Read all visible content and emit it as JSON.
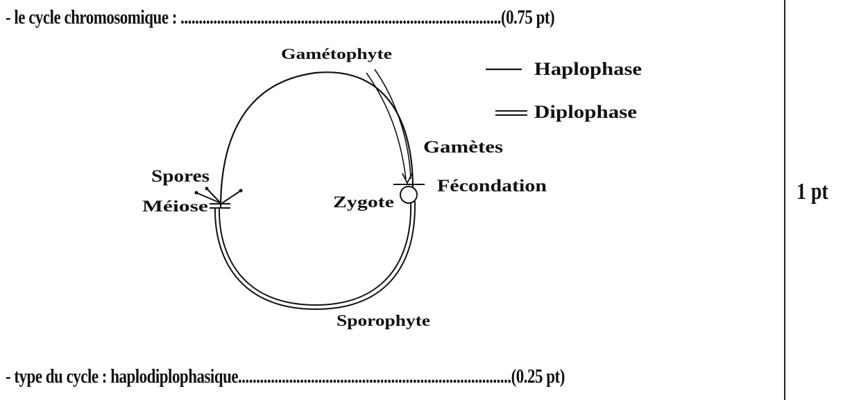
{
  "header_line": "- le cycle chromosomique : ........................................................................................(0.75 pt)",
  "footer_line": "- type du cycle : haplodiplophasique...........................................................................(0.25 pt)",
  "score": "1 pt",
  "diagram": {
    "labels": {
      "gametophyte": "Gamétophyte",
      "gametes": "Gamètes",
      "fecondation": "Fécondation",
      "zygote": "Zygote",
      "spores": "Spores",
      "meiose": "Méiose",
      "sporophyte": "Sporophyte"
    },
    "legend": {
      "haplophase": "Haplophase",
      "diplophase": "Diplophase"
    }
  }
}
